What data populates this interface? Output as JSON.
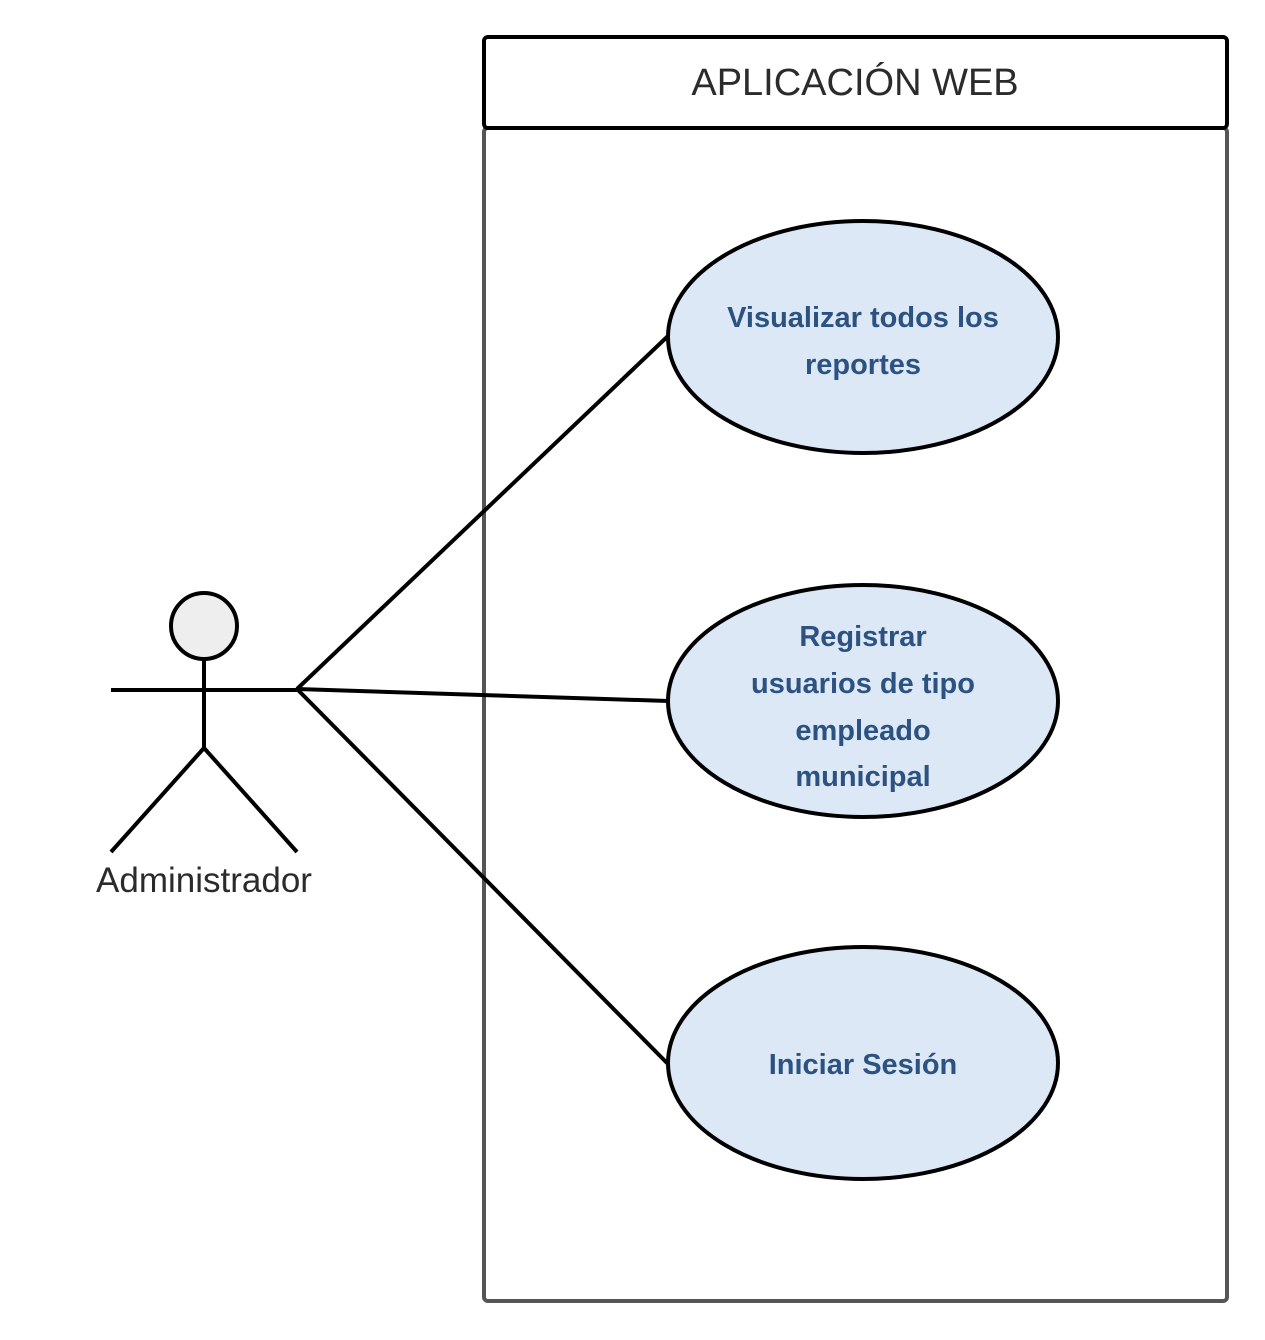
{
  "system": {
    "title": "APLICACIÓN WEB"
  },
  "actor": {
    "label": "Administrador"
  },
  "use_cases": [
    {
      "lines": [
        "Visualizar todos los",
        "reportes"
      ]
    },
    {
      "lines": [
        "Registrar",
        "usuarios de tipo",
        "empleado",
        "municipal"
      ]
    },
    {
      "lines": [
        "Iniciar Sesión"
      ]
    }
  ],
  "colors": {
    "usecase_fill": "#dce8f5",
    "usecase_text": "#2c5282",
    "stroke": "#000000",
    "system_border": "#555555",
    "actor_head_fill": "#eeeeee"
  }
}
